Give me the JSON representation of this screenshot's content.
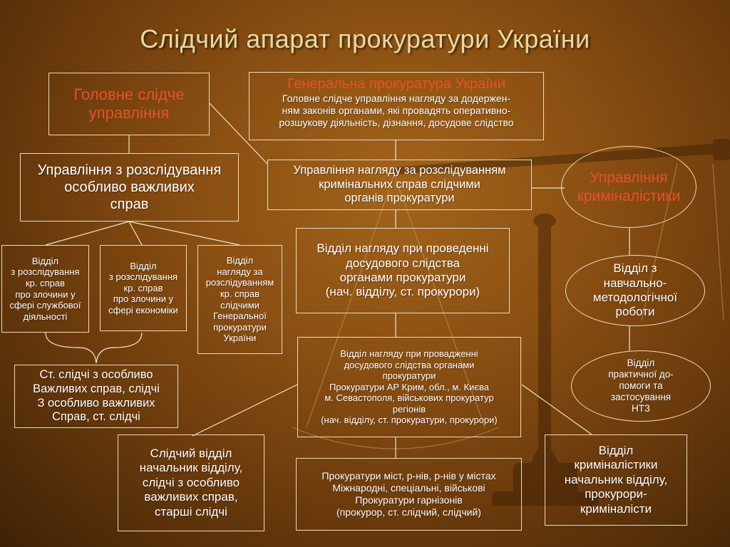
{
  "slide": {
    "title": "Слідчий апарат прокуратури України",
    "boxes": {
      "main_investigative": "Головне слідче\nуправління",
      "gen_prosecutor_title": "Генеральна прокуратура України",
      "gen_prosecutor_sub": "Головне слідче управління нагляду за додержен-\nням законів органами, які провадять оперативно-\nрозшукову діяльність, дізнання, досудове слідство",
      "especially_important": "Управління з розслідування\nособливо важливих\nсправ",
      "supervision_mgmt": "Управління нагляду за розслідуванням\nкримінальних справ слідчими\nорганів прокуратури",
      "forensics_mgmt": "Управління\nкриміналістики",
      "dept_official": "Відділ\nз розслідування\nкр. справ\nпро злочини у\nсфері службової\nдіяльності",
      "dept_economy": "Відділ\nз розслідування\nкр. справ\nпро злочини у\nсфері економіки",
      "dept_gpu_supervision": "Відділ\nнагляду за\nрозслідуванням\nкр. справ\nслідчими\nГенеральної\nпрокуратури\nУкраїни",
      "dept_pretrial_conduct": "Відділ нагляду при проведенні\nдосудового слідства\nорганами прокуратури\n(нач. відділу, ст. прокурори)",
      "dept_training": "Відділ з\nнавчально-\nметодологічної\nроботи",
      "senior_investigators": "Ст. слідчі з особливо\nВажливих справ, слідчі\nЗ особливо важливих\nСправ, ст. слідчі",
      "dept_pretrial_regional": "Відділ нагляду при провадженні\nдосудового слідства органами\nпрокуратури\nПрокуратури АР Крим, обл., м. Києва\nм. Севастополя, військових прокуратур\nрегіонів\n(нач. відділу, ст. прокуратури, прокурори)",
      "dept_practical_help": "Відділ\nпрактичної до-\nпомоги та\nзастосування\nНТЗ",
      "investigative_dept": "Слідчий відділ\nначальник відділу,\nслідчі з особливо\nважливих справ,\nстарші слідчі",
      "city_prosecutors": "Прокуратури  міст, р-нів, р-нів у містах\nМіжнародні, спеціальні, військові\nПрокуратури  гарнізонів\n(прокурор,  ст. слідчий, слідчий)",
      "forensics_dept": "Відділ\nкриміналістики\nначальник відділу,\nпрокурори-\nкриміналісти"
    }
  }
}
